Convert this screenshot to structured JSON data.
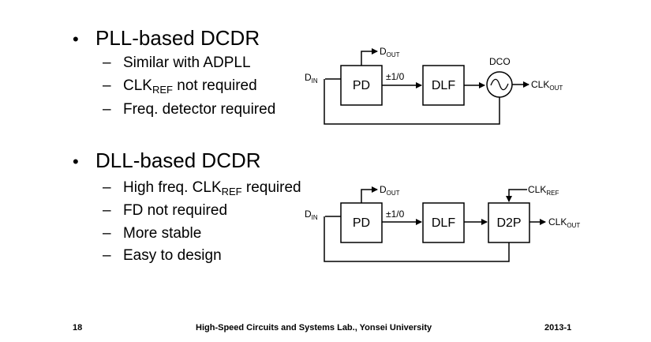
{
  "section1": {
    "title": "PLL-based DCDR",
    "items": [
      {
        "text": "Similar with ADPLL"
      },
      {
        "pre": "CLK",
        "sub": "REF",
        "post": " not required"
      },
      {
        "text": "Freq. detector required"
      }
    ]
  },
  "section2": {
    "title": "DLL-based DCDR",
    "items": [
      {
        "pre": "High freq. CLK",
        "sub": "REF",
        "post": " required"
      },
      {
        "text": "FD not required"
      },
      {
        "text": "More stable"
      },
      {
        "text": "Easy to design"
      }
    ]
  },
  "diagram1": {
    "input": {
      "main": "D",
      "sub": "IN"
    },
    "pd": "PD",
    "ctrl": "±1/0",
    "dlf": "DLF",
    "dco_label": "DCO",
    "dout": {
      "main": "D",
      "sub": "OUT"
    },
    "clkout": {
      "main": "CLK",
      "sub": "OUT"
    }
  },
  "diagram2": {
    "input": {
      "main": "D",
      "sub": "IN"
    },
    "pd": "PD",
    "ctrl": "±1/0",
    "dlf": "DLF",
    "d2p": "D2P",
    "dout": {
      "main": "D",
      "sub": "OUT"
    },
    "clkref": {
      "main": "CLK",
      "sub": "REF"
    },
    "clkout": {
      "main": "CLK",
      "sub": "OUT"
    }
  },
  "footer": {
    "page": "18",
    "lab": "High-Speed Circuits and Systems Lab., Yonsei University",
    "date": "2013-1"
  }
}
